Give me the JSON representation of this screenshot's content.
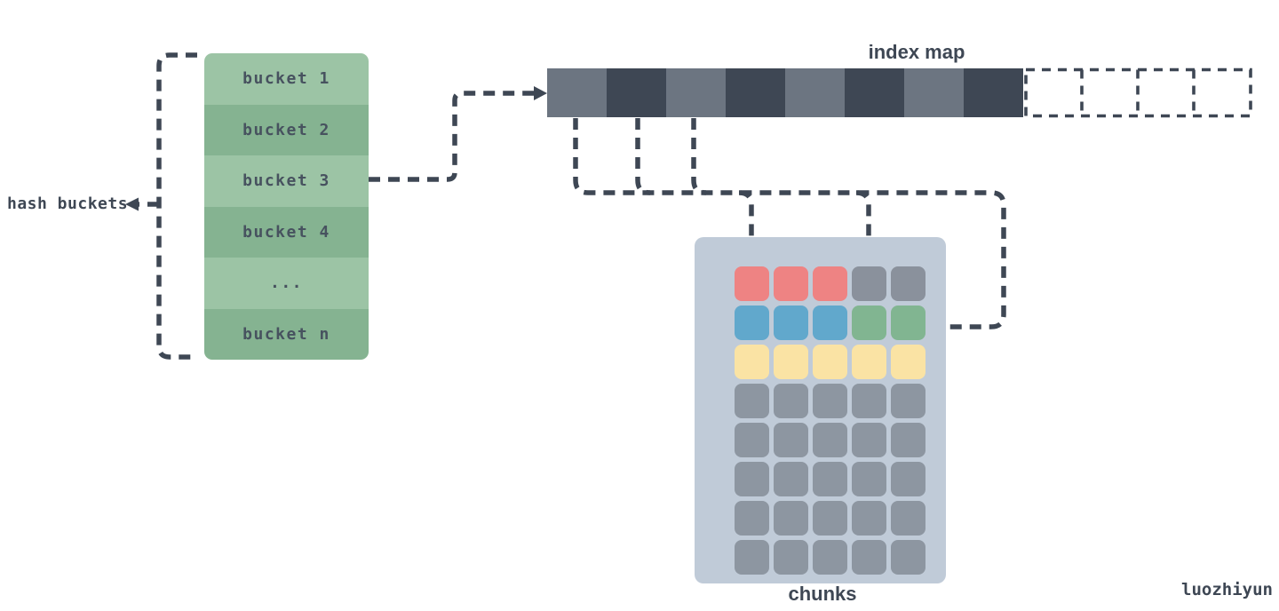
{
  "palette": {
    "canvas_bg": "#ffffff",
    "line": "#3e4754",
    "bucket_text": "#47525f",
    "bucket_light": "#9cc4a5",
    "bucket_dark": "#85b391",
    "index_light": "#6c7581",
    "index_dark": "#3e4754",
    "chunk_panel": "#c0cbd8",
    "chunk_red": "#ee8383",
    "chunk_blue": "#61a8cc",
    "chunk_green": "#81b591",
    "chunk_yellow": "#fae3a4",
    "chunk_gray": "#8a919c",
    "chunk_gray2": "#8d96a1"
  },
  "hash_buckets": {
    "label": "hash buckets",
    "rows": [
      {
        "label": "bucket 1",
        "shade": "light"
      },
      {
        "label": "bucket 2",
        "shade": "dark"
      },
      {
        "label": "bucket 3",
        "shade": "light"
      },
      {
        "label": "bucket 4",
        "shade": "dark"
      },
      {
        "label": "...",
        "shade": "light"
      },
      {
        "label": "bucket n",
        "shade": "dark"
      }
    ]
  },
  "index_map": {
    "title": "index map",
    "solid_segments": [
      "light",
      "dark",
      "light",
      "dark",
      "light",
      "dark",
      "light",
      "dark"
    ],
    "dashed_cell_count": 4
  },
  "chunks": {
    "label": "chunks",
    "columns": 5,
    "rows": 8,
    "grid": [
      [
        "red",
        "red",
        "red",
        "gray",
        "gray"
      ],
      [
        "blue",
        "blue",
        "blue",
        "green",
        "green"
      ],
      [
        "yellow",
        "yellow",
        "yellow",
        "yellow",
        "yellow"
      ],
      [
        "gray2",
        "gray2",
        "gray2",
        "gray2",
        "gray2"
      ],
      [
        "gray2",
        "gray2",
        "gray2",
        "gray2",
        "gray2"
      ],
      [
        "gray2",
        "gray2",
        "gray2",
        "gray2",
        "gray2"
      ],
      [
        "gray2",
        "gray2",
        "gray2",
        "gray2",
        "gray2"
      ],
      [
        "gray2",
        "gray2",
        "gray2",
        "gray2",
        "gray2"
      ]
    ]
  },
  "watermark": "luozhiyun"
}
